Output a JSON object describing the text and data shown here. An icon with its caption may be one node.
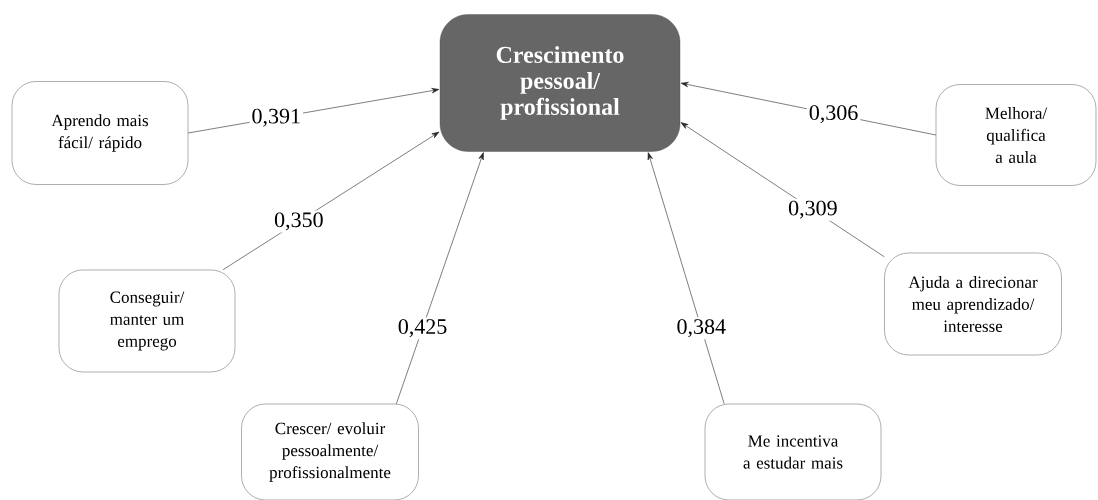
{
  "diagram": {
    "nodes": [
      {
        "text": [
          "Crescimento pessoal/ profissional"
        ]
      },
      {
        "text": [
          "Aprendo mais fácil/ rápido"
        ]
      },
      {
        "text": [
          "Conseguir/ manter um emprego"
        ]
      },
      {
        "text": [
          "Crescer/ evoluir pessoalmente/ profissionalmente"
        ]
      },
      {
        "text": [
          "Me incentiva a estudar mais"
        ]
      },
      {
        "text": [
          "Ajuda a direcionar meu aprendizado/ interesse"
        ]
      },
      {
        "text": [
          "Melhora/ qualifica a aula"
        ]
      }
    ],
    "edges": [
      {
        "from": 1,
        "to": 0,
        "arrow": "to",
        "label": "0,391"
      },
      {
        "from": 2,
        "to": 0,
        "arrow": "to",
        "label": "0,350"
      },
      {
        "from": 3,
        "to": 0,
        "arrow": "to",
        "label": "0,425"
      },
      {
        "from": 4,
        "to": 0,
        "arrow": "to",
        "label": "0,384"
      },
      {
        "from": 5,
        "to": 0,
        "arrow": "to",
        "label": "0,309"
      },
      {
        "from": 6,
        "to": 0,
        "arrow": "to",
        "label": "0,306"
      }
    ]
  }
}
